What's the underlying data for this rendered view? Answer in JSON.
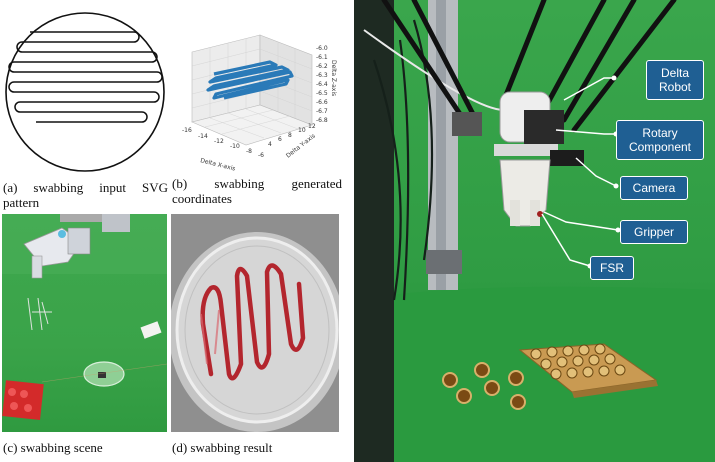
{
  "captions": {
    "a": "(a) swabbing input SVG pattern",
    "b": "(b) swabbing generated coordinates",
    "c": "(c) swabbing scene",
    "d": "(d) swabbing result"
  },
  "plot3d": {
    "xlabel": "Delta X-axis",
    "ylabel": "Delta Y-axis",
    "zlabel": "Delta Z-axis",
    "xticks": [
      "-16",
      "-14",
      "-12",
      "-10",
      "-8",
      "-6"
    ],
    "yticks": [
      "4",
      "6",
      "8",
      "10",
      "12"
    ],
    "zticks": [
      "-6.0",
      "-6.1",
      "-6.2",
      "-6.3",
      "-6.4",
      "-6.5",
      "-6.6",
      "-6.7",
      "-6.8"
    ],
    "line_color": "#2a7ab8"
  },
  "robot_labels": {
    "delta_robot": "Delta Robot",
    "rotary": "Rotary Component",
    "camera": "Camera",
    "gripper": "Gripper",
    "fsr": "FSR"
  },
  "colors": {
    "label_bg": "#1f5f93",
    "green_screen": "#2fa54a",
    "red_trace": "#b3262e"
  }
}
